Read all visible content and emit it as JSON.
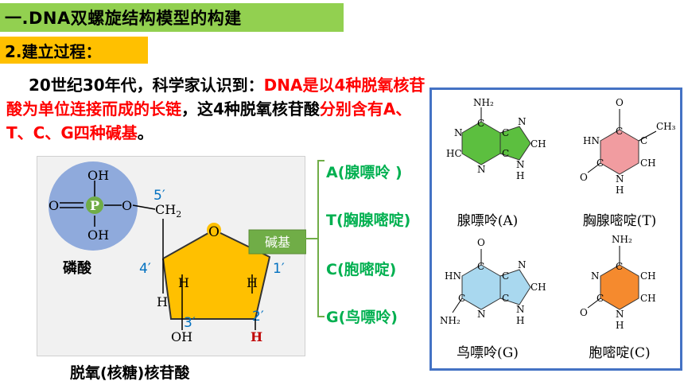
{
  "slide": {
    "title": "一.DNA双螺旋结构模型的构建",
    "subtitle": "2.建立过程：",
    "paragraph": {
      "part1": "20世纪30年代，科学家认识到：",
      "part2_red": "DNA是以4种脱氧核苷酸为单位连接而成的长链",
      "part3": "，这4种脱氧核苷酸",
      "part4_red": "分别含有A、T、C、G四种碱基",
      "part5": "。"
    }
  },
  "nucleotide": {
    "phosphate_label": "磷酸",
    "P": "P",
    "OH_top": "OH",
    "OH_bottom": "OH",
    "O_left": "O",
    "O_right": "O",
    "ch2": "CH",
    "ch2_sub": "2",
    "ring_O": "O",
    "base_label": "碱基",
    "c5": "5′",
    "c4": "4′",
    "c3": "3′",
    "c2": "2′",
    "c1": "1′",
    "H": "H",
    "OH_3": "OH",
    "H_2": "H",
    "caption": "脱氧(核糖)核苷酸",
    "colors": {
      "phosphate": "#8faadc",
      "sugar": "#ffc000",
      "base_box": "#70ad47",
      "carbon_label": "#0070c0",
      "red_H": "#c00000"
    }
  },
  "bases": {
    "A": "A(腺嘌呤 )",
    "T": "T(胸腺嘧啶)",
    "C": "C(胞嘧啶)",
    "G": "G(鸟嘌呤)"
  },
  "structures": {
    "adenine": {
      "name": "腺嘌呤(A)",
      "color": "#5cbf3f",
      "atoms": {
        "nh2": "NH₂",
        "n1": "N",
        "c2": "HC",
        "n3": "N",
        "c4": "C",
        "c5": "C",
        "c6": "C",
        "n7": "N",
        "c8": "CH",
        "n9": "N",
        "h9": "H"
      }
    },
    "thymine": {
      "name": "胸腺嘧啶(T)",
      "color": "#f19ca0",
      "atoms": {
        "o4": "O",
        "c4": "C",
        "n3": "HN",
        "c2": "C",
        "o2": "O",
        "n1": "N",
        "h1": "H",
        "c6": "CH",
        "c5": "C",
        "ch3": "CH₃"
      }
    },
    "guanine": {
      "name": "鸟嘌呤(G)",
      "color": "#a9d8ef",
      "atoms": {
        "o6": "O",
        "c6": "C",
        "n1": "HN",
        "c2": "C",
        "nh2": "NH₂",
        "n3": "N",
        "c4": "C",
        "c5": "C",
        "n7": "N",
        "c8": "CH",
        "n9": "N",
        "h9": "H"
      }
    },
    "cytosine": {
      "name": "胞嘧啶(C)",
      "color": "#f58a2e",
      "atoms": {
        "nh2": "NH₂",
        "c4": "C",
        "n3": "N",
        "c2": "C",
        "o2": "O",
        "n1": "N",
        "h1": "H",
        "c6": "CH",
        "c5": "CH"
      }
    }
  }
}
